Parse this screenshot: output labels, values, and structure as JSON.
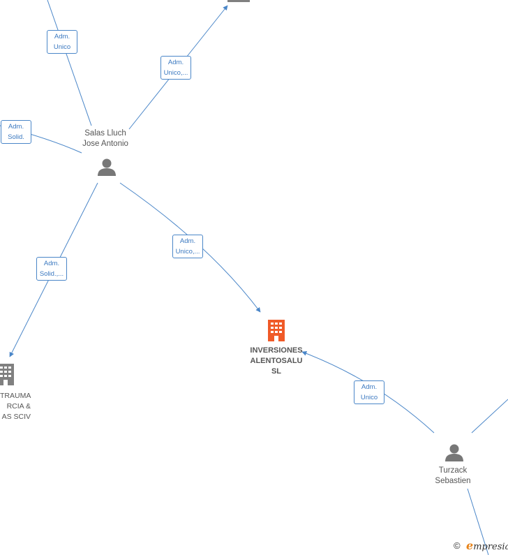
{
  "nodes": {
    "salas": {
      "line1": "Salas Lluch",
      "line2": "Jose Antonio"
    },
    "inversiones": {
      "line1": "INVERSIONES",
      "line2": "ALENTOSALU",
      "line3": "SL"
    },
    "turzack": {
      "line1": "Turzack",
      "line2": "Sebastien"
    },
    "trauma": {
      "line1": "TRAUMA",
      "line2": "RCIA &",
      "line3": "AS SCIV"
    }
  },
  "roles": {
    "top_left": {
      "line1": "Adm.",
      "line2": "Unico"
    },
    "top_right": {
      "line1": "Adm.",
      "line2": "Unico,..."
    },
    "left": {
      "line1": "Adm.",
      "line2": "Solid."
    },
    "bottom_left": {
      "line1": "Adm.",
      "line2": "Solid.,..."
    },
    "center": {
      "line1": "Adm.",
      "line2": "Unico,..."
    },
    "right": {
      "line1": "Adm.",
      "line2": "Unico"
    }
  },
  "footer": {
    "copyright": "©",
    "brand_initial": "e",
    "brand_rest": "mpresia"
  },
  "colors": {
    "edge": "#4a86c8",
    "person": "#777777",
    "company_main": "#f05a28",
    "company_other": "#808080"
  }
}
